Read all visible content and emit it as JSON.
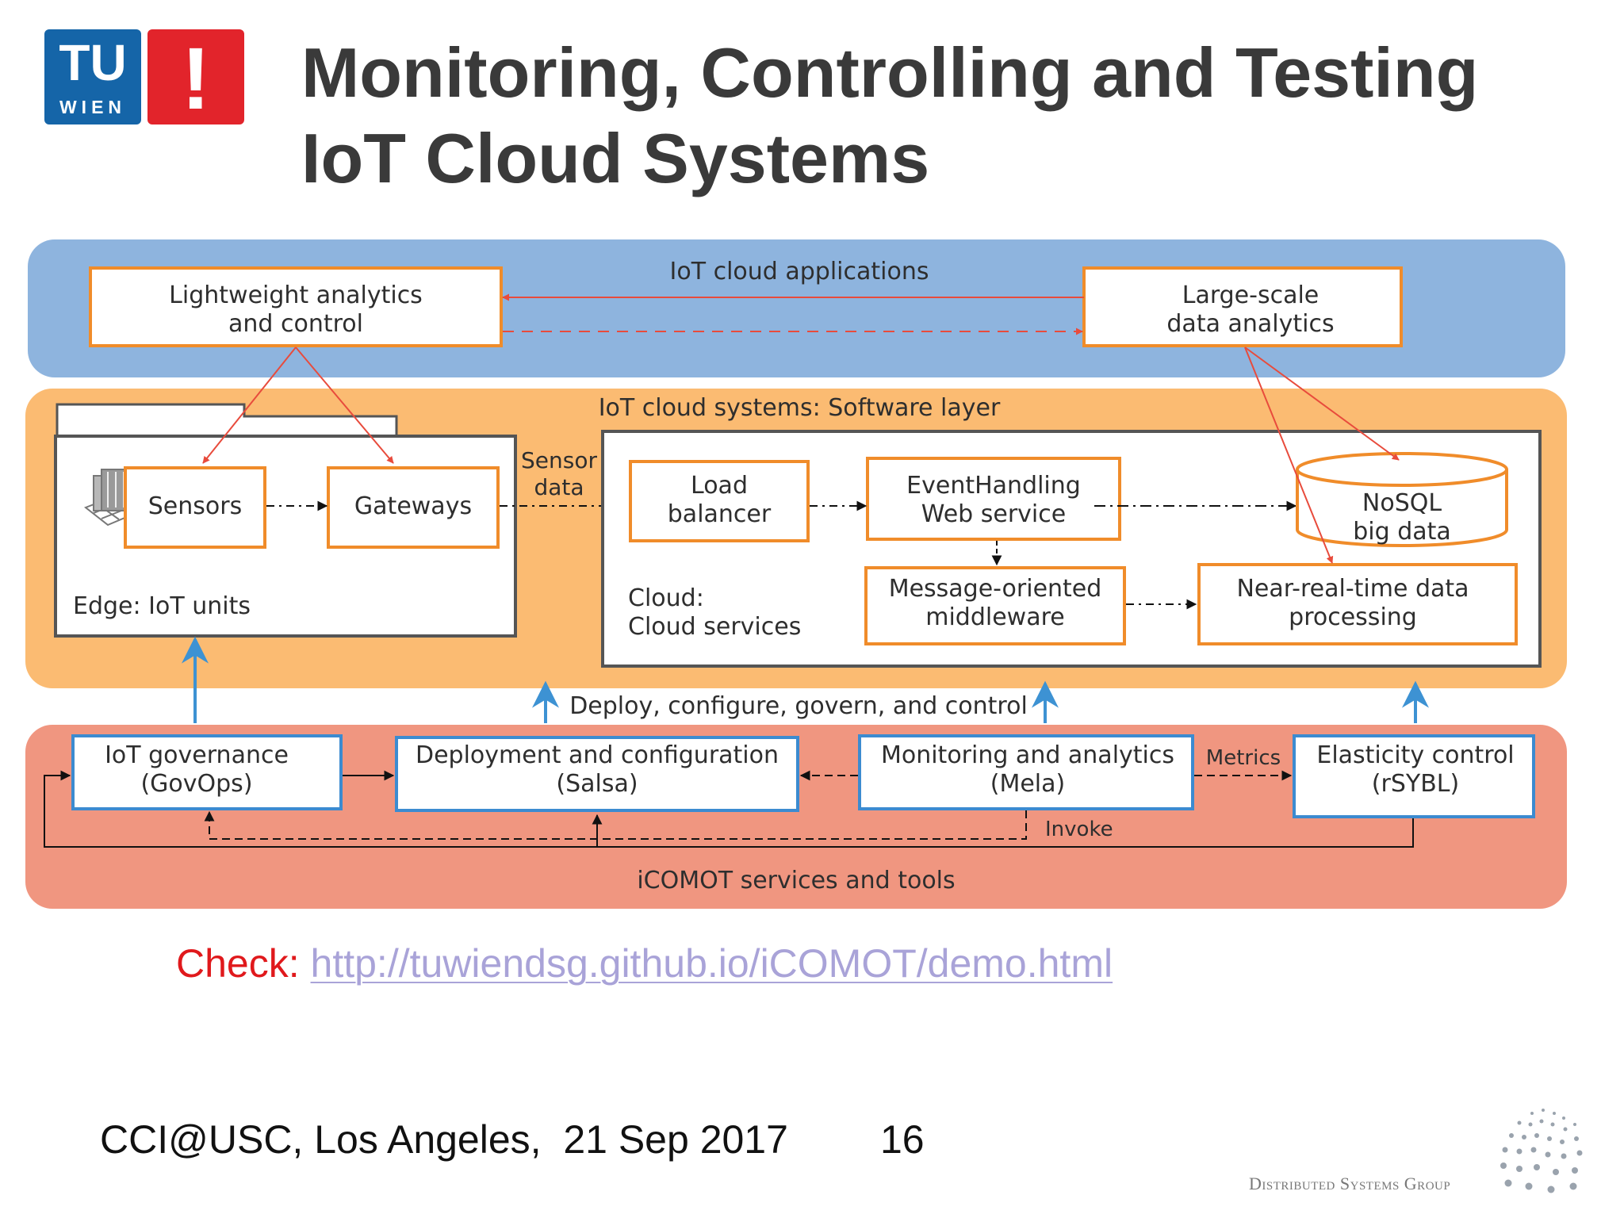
{
  "logo": {
    "tu_line1": "TU",
    "tu_line2": "WIEN",
    "exclamation": "!"
  },
  "title": {
    "line1": "Monitoring, Controlling and Testing",
    "line2": "IoT Cloud Systems"
  },
  "diagram": {
    "apps_layer": {
      "label": "IoT cloud applications",
      "lightweight": [
        "Lightweight analytics",
        "and control"
      ],
      "large_scale": [
        "Large-scale",
        "data analytics"
      ]
    },
    "software_layer": {
      "label": "IoT cloud systems: Software layer",
      "sensors": "Sensors",
      "gateways": "Gateways",
      "edge_label": "Edge: IoT units",
      "sensor_data": [
        "Sensor",
        "data"
      ],
      "load_balancer": [
        "Load",
        "balancer"
      ],
      "event_handling": [
        "EventHandling",
        "Web service"
      ],
      "nosql": [
        "NoSQL",
        "big data"
      ],
      "message_middleware": [
        "Message-oriented",
        "middleware"
      ],
      "near_real_time": [
        "Near-real-time data",
        "processing"
      ],
      "cloud_label": [
        "Cloud:",
        "Cloud services"
      ]
    },
    "deploy_label": "Deploy, configure, govern, and control",
    "tools_layer": {
      "label": "iCOMOT services and tools",
      "govops": [
        "IoT governance",
        "(GovOps)"
      ],
      "salsa": [
        "Deployment and configuration",
        "(Salsa)"
      ],
      "mela": [
        "Monitoring and analytics",
        "(Mela)"
      ],
      "rsybl": [
        "Elasticity control",
        "(rSYBL)"
      ],
      "metrics": "Metrics",
      "invoke": "Invoke"
    }
  },
  "check": {
    "label": "Check:",
    "url": "http://tuwiendsg.github.io/iCOMOT/demo.html"
  },
  "footer": {
    "venue": "CCI@USC, Los Angeles,  21 Sep 2017",
    "page": "16",
    "group": "Distributed Systems Group"
  },
  "colors": {
    "orange_border": "#f08c2a",
    "blue_border": "#3c8bd0",
    "red_arrow": "#e84b3c",
    "blue_arrow": "#3d92d3",
    "apps_band": "#8eb4de",
    "software_band": "#fbbb72",
    "tools_band": "#f09680"
  }
}
